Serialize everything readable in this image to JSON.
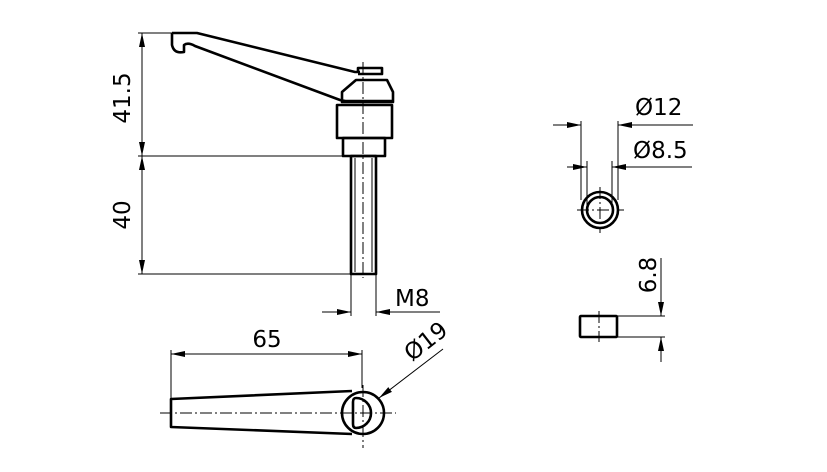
{
  "drawing": {
    "side_view": {
      "height_upper": "41.5",
      "shaft_length": "40",
      "thread": "M8"
    },
    "bottom_view": {
      "length": "65",
      "hub_diameter": "Ø19"
    },
    "washer_top_view": {
      "outer_diameter": "Ø12",
      "inner_diameter": "Ø8.5"
    },
    "washer_side_view": {
      "thickness": "6.8"
    }
  }
}
